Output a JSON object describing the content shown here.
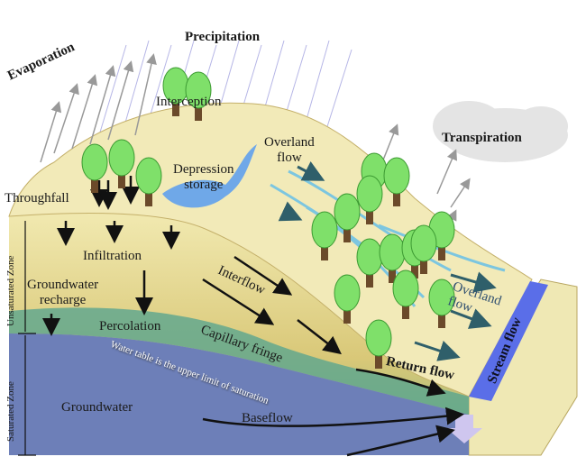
{
  "labels": {
    "precipitation": "Precipitation",
    "evaporation": "Evaporation",
    "interception": "Interception",
    "transpiration": "Transpiration",
    "overland_flow_top_1": "Overland",
    "overland_flow_top_2": "flow",
    "depression_storage_1": "Depression",
    "depression_storage_2": "storage",
    "throughfall": "Throughfall",
    "infiltration": "Infiltration",
    "groundwater_recharge_1": "Groundwater",
    "groundwater_recharge_2": "recharge",
    "interflow": "Interflow",
    "percolation": "Percolation",
    "capillary_fringe": "Capillary fringe",
    "water_table": "Water table is the upper limit of saturation",
    "groundwater": "Groundwater",
    "baseflow": "Baseflow",
    "return_flow": "Return flow",
    "stream_flow": "Stream flow",
    "overland_flow_right_1": "Overland",
    "overland_flow_right_2": "flow",
    "unsaturated_zone": "Unsaturated Zone",
    "saturated_zone": "Saturated Zone"
  },
  "colors": {
    "soil": "#eee6a6",
    "soil_dark": "#cdb96a",
    "capillary": "#5aa58f",
    "groundwater": "#6d7fb8",
    "stream": "#5a6ee8",
    "tree_leaf": "#7fe06a",
    "tree_trunk": "#6b4a2a"
  }
}
